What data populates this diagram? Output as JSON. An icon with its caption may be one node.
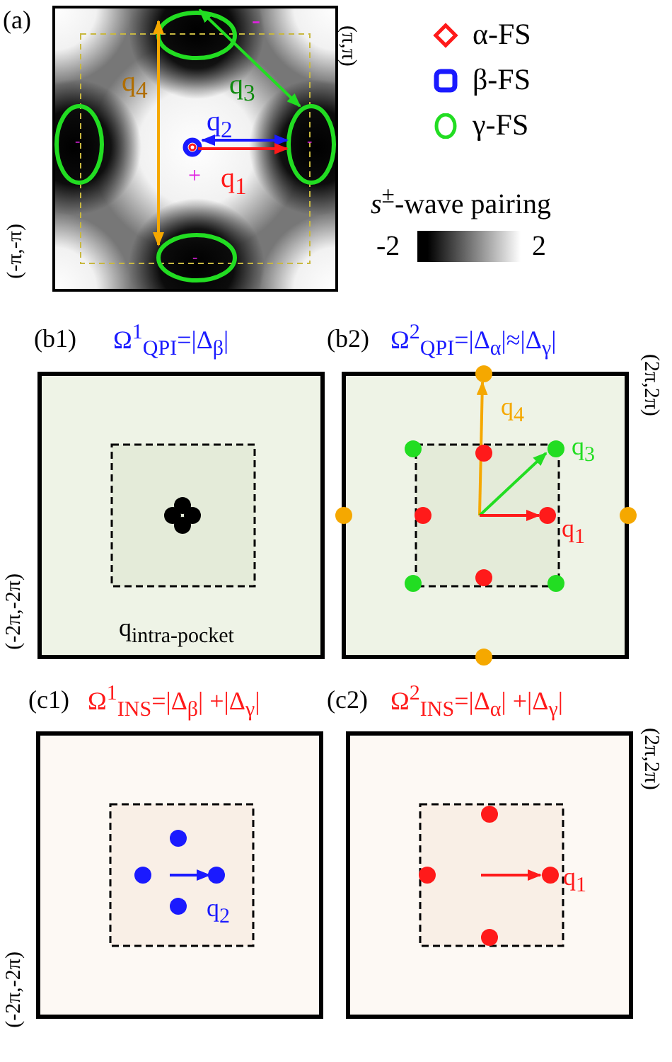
{
  "diagram": {
    "labels": [
      "(a)",
      "-",
      "(π,π)",
      "q$_{4}$",
      "q$_{3}$",
      "q$_{2}$",
      "-",
      "-",
      "q$_{1}$",
      "+",
      "-",
      "(-π,-π)",
      "*s*$^{±}$-wave pairing",
      "-2",
      "2",
      "(b1)",
      "Ω$^{1}$$_{QPI}$=|Δ$_{β}$|",
      "(b2)",
      "Ω$^{2}$$_{QPI}$=|Δ$_{α}$|≈|Δ$_{γ}$|",
      "(2π,2π)",
      "q$_{4}$",
      "q$_{3}$",
      "q$_{1}$",
      "q$_{intra-pocket}$",
      "(-2π,-2π)",
      "(c1)",
      "Ω$^{1}$$_{INS}$=|Δ$_{β}$| +|Δ$_{γ}$|",
      "(c2)",
      "Ω$^{2}$$_{INS}$=|Δ$_{α}$| +|Δ$_{γ}$|",
      "(2π,2π)",
      "q$_{2}$",
      "q$_{1}$",
      "(-2π,-2π)"
    ],
    "legend": [
      {
        "text": "α-FS"
      },
      {
        "text": "β-FS"
      },
      {
        "text": "γ-FS"
      }
    ]
  }
}
